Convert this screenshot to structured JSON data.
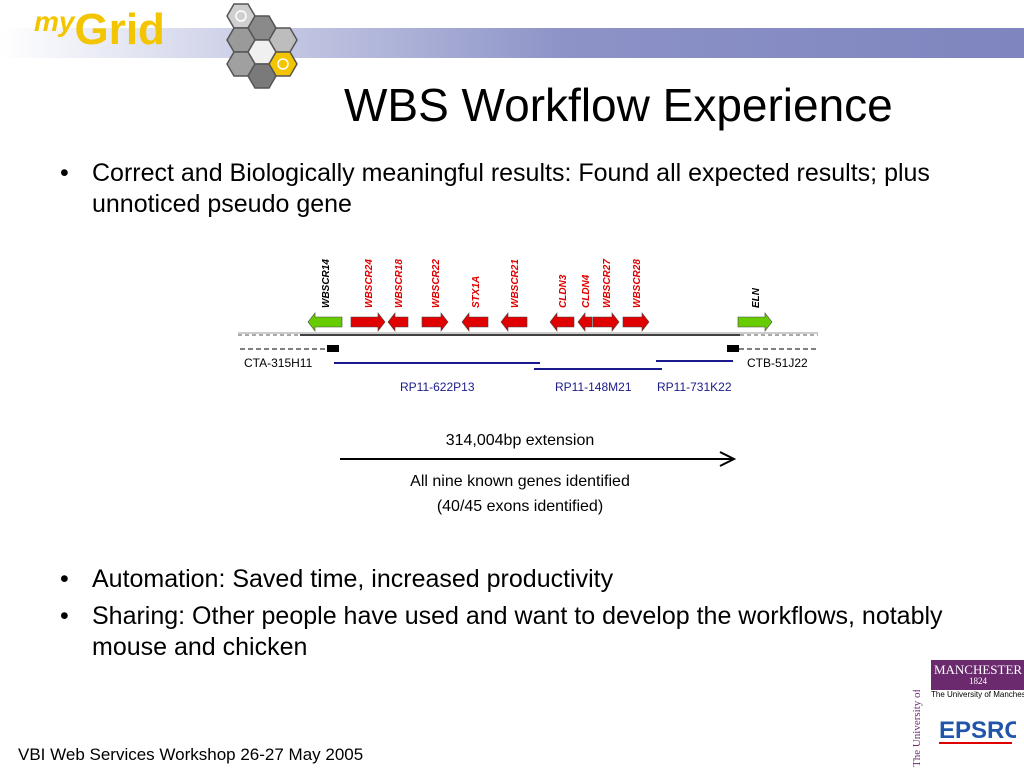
{
  "header": {
    "logo_my": "my",
    "logo_grid": "Grid",
    "title": "WBS Workflow Experience"
  },
  "bullets_top": [
    {
      "marker": "•",
      "text": "Correct and Biologically meaningful results: Found all expected results; plus unnoticed pseudo gene"
    }
  ],
  "diagram": {
    "genes": [
      {
        "label": "WBSCR14",
        "color": "#000000",
        "arrow_color": "#66cc00",
        "direction": "left"
      },
      {
        "label": "WBSCR24",
        "color": "#e00000",
        "arrow_color": "#e00000",
        "direction": "right"
      },
      {
        "label": "WBSCR18",
        "color": "#e00000",
        "arrow_color": "#e00000",
        "direction": "left"
      },
      {
        "label": "WBSCR22",
        "color": "#e00000",
        "arrow_color": "#e00000",
        "direction": "right"
      },
      {
        "label": "STX1A",
        "color": "#e00000",
        "arrow_color": "#e00000",
        "direction": "left"
      },
      {
        "label": "WBSCR21",
        "color": "#e00000",
        "arrow_color": "#e00000",
        "direction": "left"
      },
      {
        "label": "CLDN3",
        "color": "#e00000",
        "arrow_color": "#e00000",
        "direction": "left"
      },
      {
        "label": "CLDN4",
        "color": "#e00000",
        "arrow_color": "#e00000",
        "direction": "left"
      },
      {
        "label": "WBSCR27",
        "color": "#e00000",
        "arrow_color": "#e00000",
        "direction": "right"
      },
      {
        "label": "WBSCR28",
        "color": "#e00000",
        "arrow_color": "#e00000",
        "direction": "right"
      },
      {
        "label": "ELN",
        "color": "#000000",
        "arrow_color": "#66cc00",
        "direction": "right"
      }
    ],
    "clones_black": [
      "CTA-315H11",
      "CTB-51J22"
    ],
    "clones_blue": [
      "RP11-622P13",
      "RP11-148M21",
      "RP11-731K22"
    ],
    "extension_label": "314,004bp extension",
    "result_line1": "All nine known genes identified",
    "result_line2": "(40/45 exons identified)"
  },
  "bullets_bottom": [
    {
      "marker": "•",
      "text": "Automation: Saved time, increased productivity"
    },
    {
      "marker": "•",
      "text": "Sharing: Other people have used and want to develop the workflows, notably mouse and chicken"
    }
  ],
  "footer": "VBI Web Services Workshop 26-27 May 2005",
  "logos": {
    "manchester": "MANCHESTER",
    "manchester_year": "1824",
    "uom_small": "The University of Manchester",
    "uom_vertical": "The University of Manchester",
    "epsrc": "EPSRC"
  }
}
